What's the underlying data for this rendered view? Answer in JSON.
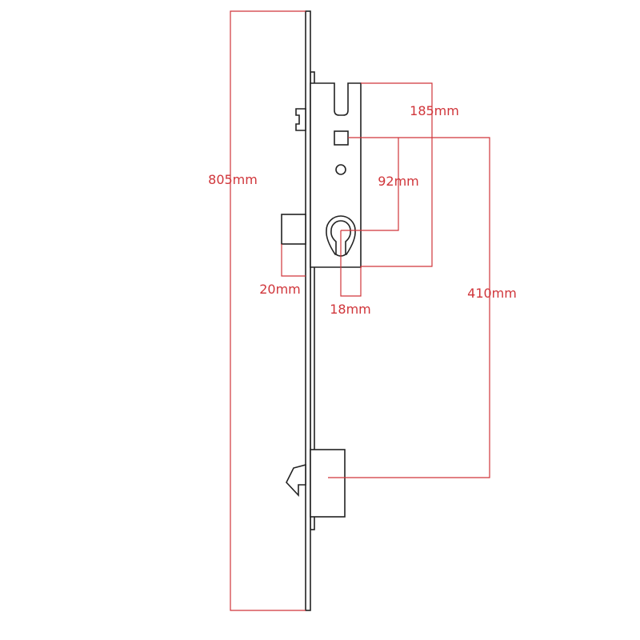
{
  "diagram": {
    "dimension_color": "#d0353a",
    "dimensions": {
      "overall_length": "805mm",
      "case_height": "185mm",
      "centres": "92mm",
      "hook_distance": "410mm",
      "deadbolt_throw": "20mm",
      "backset": "18mm"
    }
  }
}
